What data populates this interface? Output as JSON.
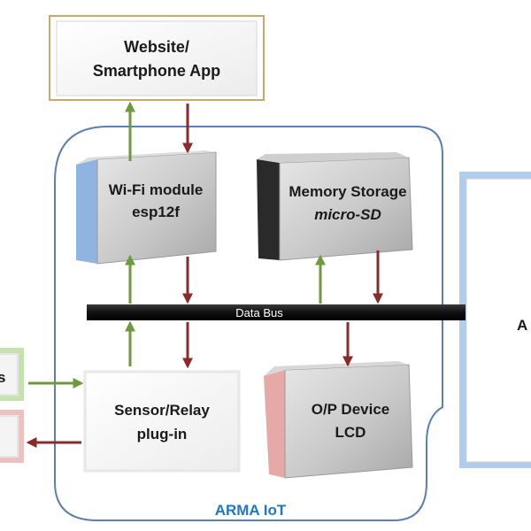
{
  "website": {
    "line1": "Website/",
    "line2": "Smartphone App"
  },
  "wifi": {
    "line1": "Wi-Fi module",
    "line2": "esp12f"
  },
  "memory": {
    "line1": "Memory Storage",
    "line2": "micro-SD"
  },
  "bus": {
    "label": "Data Bus"
  },
  "sensor": {
    "line1": "Sensor/Relay",
    "line2": "plug-in"
  },
  "output": {
    "line1": "O/P Device",
    "line2": "LCD"
  },
  "left_top": {
    "label": "s"
  },
  "right_block": {
    "label": "A"
  },
  "group": {
    "label": "ARMA IoT"
  },
  "colors": {
    "green_arrow": "#6e9a3e",
    "red_arrow": "#8b2a2a",
    "boundary": "#5a7fb5",
    "group_label": "#1f77c8"
  }
}
